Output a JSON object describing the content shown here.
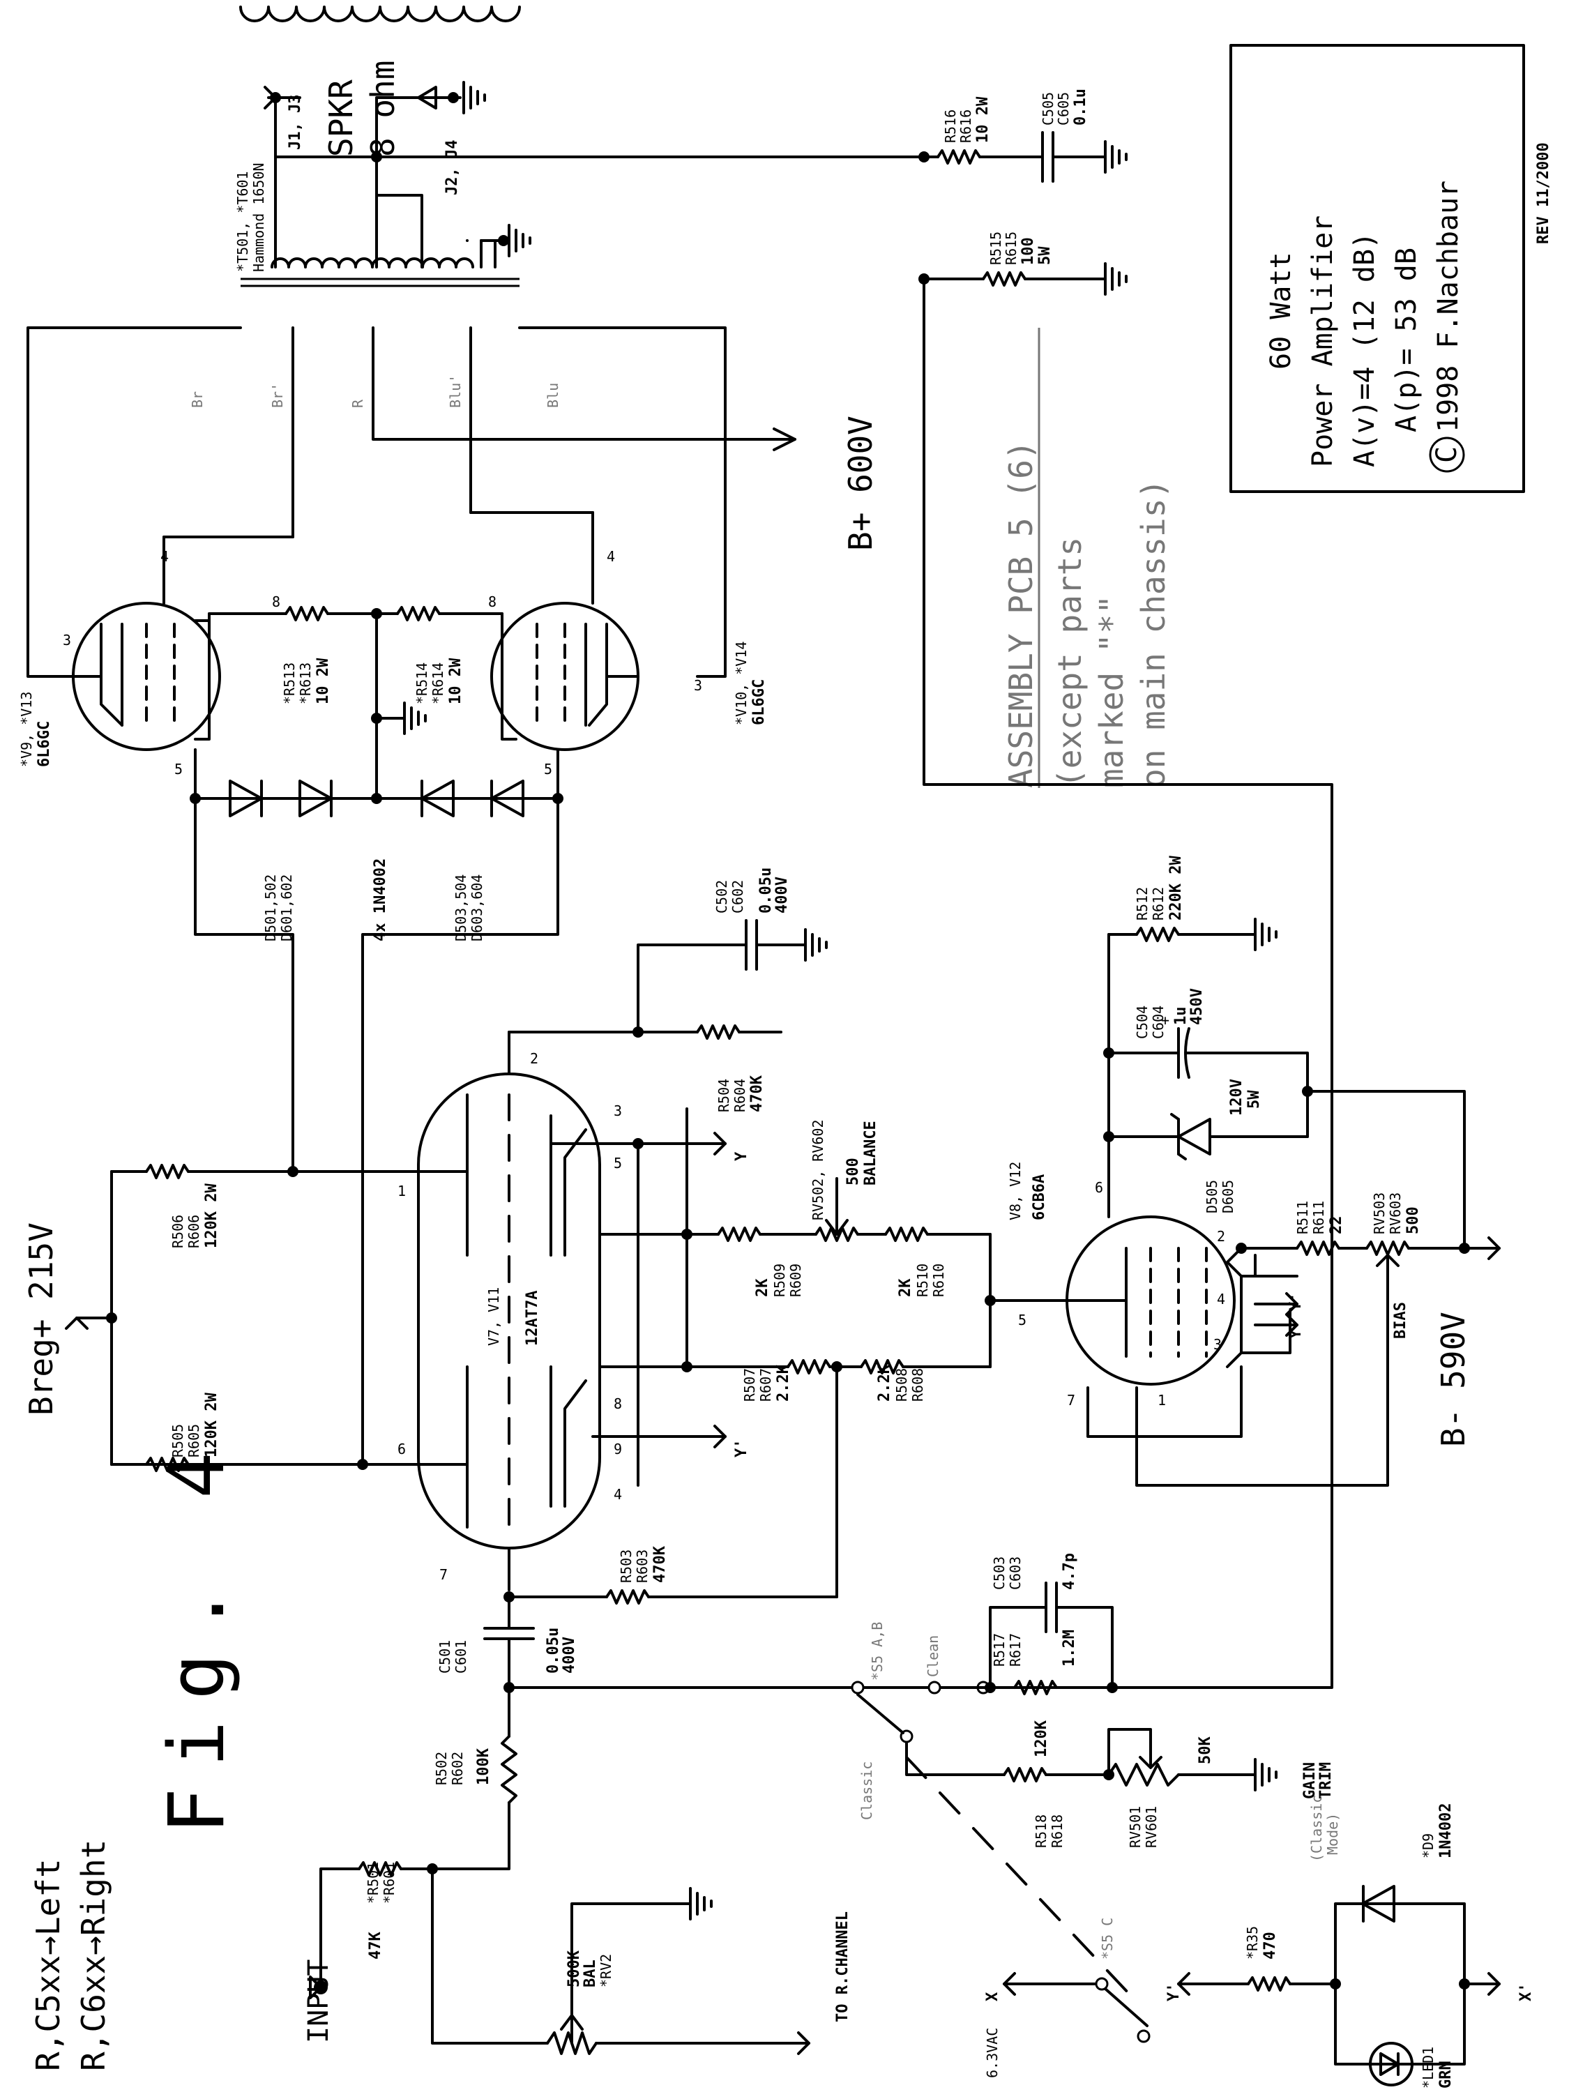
{
  "figure": {
    "title": "Fig. 4",
    "legend_left": "R,C5xx→Left",
    "legend_right": "R,C6xx→Right",
    "rev": "REV 11/2000"
  },
  "title_block": {
    "line1": "60 Watt",
    "line2": "Power Amplifier",
    "line3": "A(v)=4  (12 dB)",
    "line4": "A(p)= 53 dB",
    "copyright_symbol": "C",
    "line5": "1998 F.Nachbaur"
  },
  "assembly": {
    "title": "ASSEMBLY PCB 5 (6)",
    "note1": "(except parts",
    "note2": "marked \"*\"",
    "note3": "on main chassis)"
  },
  "rails": {
    "bplus": "B+ 600V",
    "breg": "Breg+ 215V",
    "bminus": "B- 590V"
  },
  "output": {
    "spkr": "SPKR",
    "ohm": "8 ohm",
    "j1": "J1, J3",
    "j2": "J2, J4",
    "transformer_ref": "*T501, *T601",
    "transformer_part": "Hammond 1650N",
    "wire_br": "Br",
    "wire_br2": "Br'",
    "wire_r": "R",
    "wire_blu2": "Blu'",
    "wire_blu": "Blu"
  },
  "tubes": {
    "v9_ref": "*V9, *V13",
    "v9_type": "6L6GC",
    "v10_ref": "*V10, *V14",
    "v10_type": "6L6GC",
    "v7_ref": "V7, V11",
    "v7_type": "12AT7A",
    "v8_ref": "V8, V12",
    "v8_type": "6CB6A",
    "pin_3": "3",
    "pin_4": "4",
    "pin_5": "5",
    "pin_8": "8",
    "pin_1": "1",
    "pin_2": "2",
    "pin_6": "6",
    "pin_7": "7",
    "pin_9": "9"
  },
  "components": {
    "r516_ref": "R516",
    "r616_ref": "R616",
    "r516_val": "10 2W",
    "c505_ref": "C505",
    "c605_ref": "C605",
    "c505_val": "0.1u",
    "r515_ref": "R515",
    "r615_ref": "R615",
    "r515_val1": "100",
    "r515_val2": "5W",
    "r513_ref1": "*R513",
    "r513_ref2": "*R613",
    "r513_val": "10 2W",
    "r514_ref1": "*R514",
    "r514_ref2": "*R614",
    "r514_val": "10 2W",
    "d501_ref": "D501,502",
    "d601_ref": "D601,602",
    "d_part": "4x 1N4002",
    "d503_ref": "D503,504",
    "d603_ref": "D603,604",
    "c502_ref": "C502",
    "c602_ref": "C602",
    "c502_val1": "0.05u",
    "c502_val2": "400V",
    "r504_ref": "R504",
    "r604_ref": "R604",
    "r504_val": "470K",
    "rv502_ref": "RV502, RV602",
    "rv502_val": "500",
    "rv502_name": "BALANCE",
    "r506_ref": "R506",
    "r606_ref": "R606",
    "r506_val": "120K 2W",
    "r505_ref": "R505",
    "r605_ref": "R605",
    "r505_val": "120K 2W",
    "r509_ref": "R509",
    "r609_ref": "R609",
    "r509_val": "2K",
    "r510_ref": "R510",
    "r610_ref": "R610",
    "r510_val": "2K",
    "r507_ref": "R507",
    "r607_ref": "R607",
    "r507_val": "2.2K",
    "r508_ref": "R508",
    "r608_ref": "R608",
    "r508_val": "2.2K",
    "r512_ref": "R512",
    "r612_ref": "R612",
    "r512_val": "220K 2W",
    "c504_ref": "C504",
    "c604_ref": "C604",
    "c504_val1": "1u",
    "c504_val2": "450V",
    "plus": "+",
    "z_val1": "120V",
    "z_val2": "5W",
    "d505_ref": "D505",
    "d605_ref": "D605",
    "r511_ref": "R511",
    "r611_ref": "R611",
    "r511_val": "22",
    "rv503_ref": "RV503",
    "rv603_ref": "RV603",
    "rv503_val": "500",
    "bias": "BIAS",
    "r503_ref": "R503",
    "r603_ref": "R603",
    "r503_val": "470K",
    "c501_ref": "C501",
    "c601_ref": "C601",
    "c501_val1": "0.05u",
    "c501_val2": "400V",
    "c503_ref": "C503",
    "c603_ref": "C603",
    "c503_val": "4.7p",
    "r517_ref": "R517",
    "r617_ref": "R617",
    "r517_val": "1.2M",
    "r502_ref": "R502",
    "r602_ref": "R602",
    "r502_val": "100K",
    "r501_ref1": "*R501",
    "r501_ref2": "*R601",
    "r501_val": "47K",
    "rv2_val": "500K",
    "rv2_name": "BAL",
    "rv2_ref": "*RV2",
    "r518_ref": "R518",
    "r618_ref": "R618",
    "r518_val": "120K",
    "rv501_ref": "RV501",
    "rv601_ref": "RV601",
    "rv501_val": "50K",
    "gain1": "GAIN",
    "gain2": "TRIM",
    "s5ab": "*S5 A,B",
    "clean": "Clean",
    "classic": "Classic",
    "s5c": "*S5 C",
    "r35_ref": "*R35",
    "r35_val": "470",
    "d9_ref": "*D9",
    "d9_part": "1N4002",
    "classic_mode1": "(Classic",
    "classic_mode2": "Mode)",
    "led_ref": "*LED1",
    "led_color": "GRN"
  },
  "nets": {
    "input": "INPUT",
    "to_r": "TO R.CHANNEL",
    "y": "Y",
    "yp": "Y'",
    "x": "X",
    "xp": "X'",
    "vac": "6.3VAC"
  }
}
